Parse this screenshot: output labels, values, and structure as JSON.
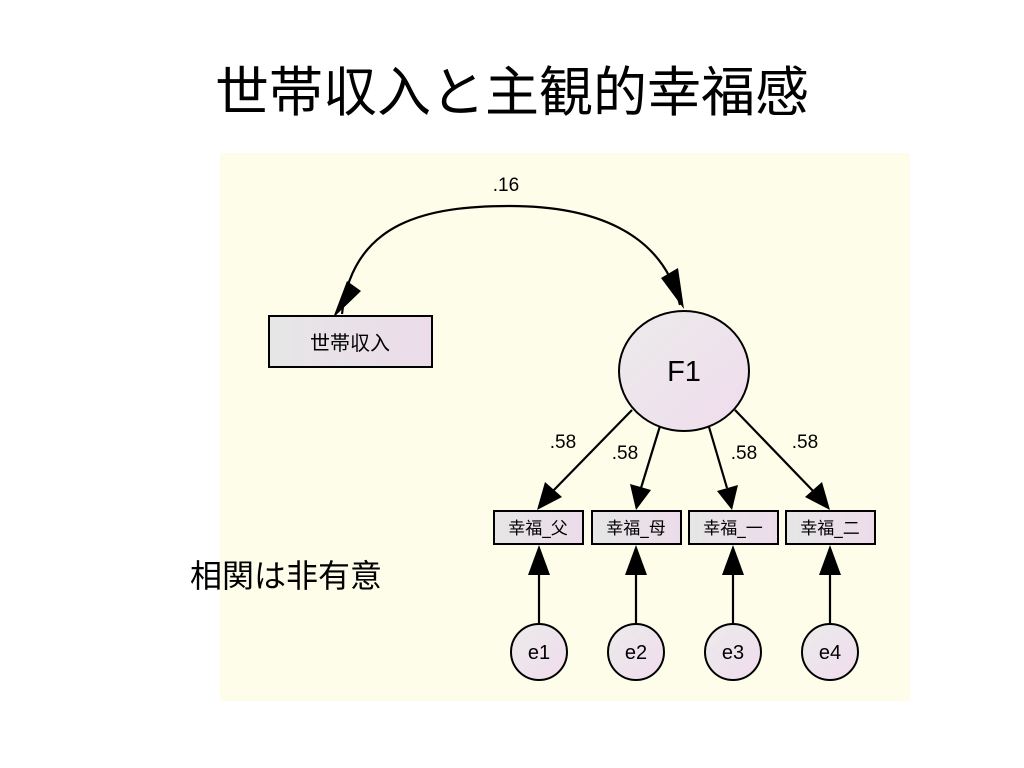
{
  "slide": {
    "title": "世帯収入と主観的幸福感",
    "note": "相関は非有意"
  },
  "diagram": {
    "colors": {
      "panel_background": "#fdfdea",
      "node_fill_gradient": [
        "#ebebeb",
        "#f0dcec"
      ],
      "stroke": "#000000"
    },
    "covariance": {
      "label": ".16",
      "from": "世帯収入",
      "to": "F1"
    },
    "observed_income": {
      "label": "世帯収入"
    },
    "latent_factor": {
      "label": "F1"
    },
    "indicators": [
      {
        "label": "幸福_父",
        "loading": ".58",
        "error": "e1"
      },
      {
        "label": "幸福_母",
        "loading": ".58",
        "error": "e2"
      },
      {
        "label": "幸福_一",
        "loading": ".58",
        "error": "e3"
      },
      {
        "label": "幸福_二",
        "loading": ".58",
        "error": "e4"
      }
    ]
  }
}
